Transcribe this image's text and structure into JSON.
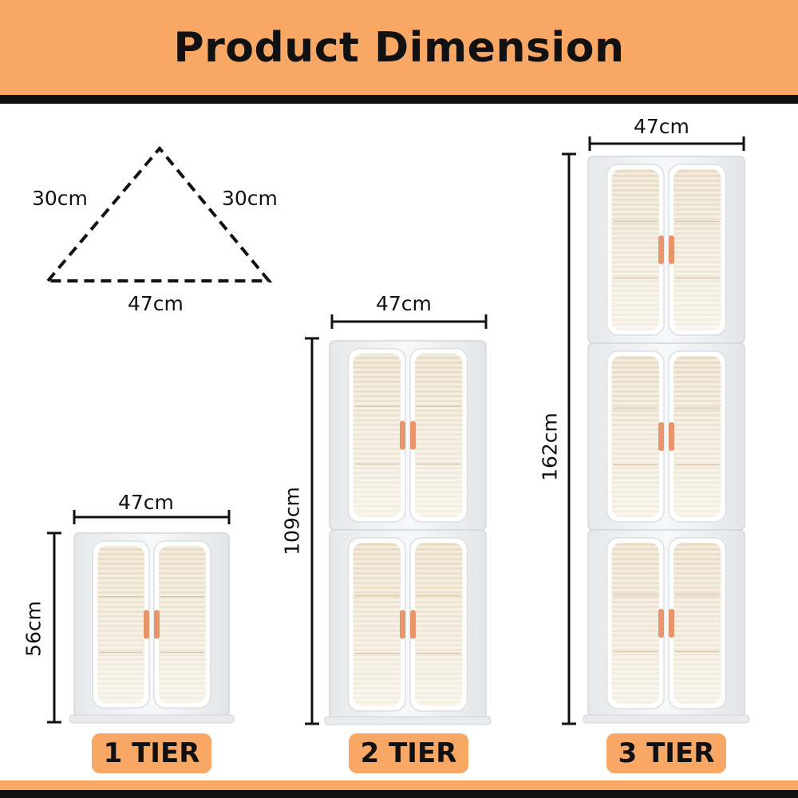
{
  "header": {
    "title": "Product Dimension"
  },
  "triangle": {
    "left_side": "30cm",
    "right_side": "30cm",
    "base": "47cm"
  },
  "tiers": [
    {
      "label": "1 TIER",
      "width": "47cm",
      "height": "56cm"
    },
    {
      "label": "2 TIER",
      "width": "47cm",
      "height": "109cm"
    },
    {
      "label": "3 TIER",
      "width": "47cm",
      "height": "162cm"
    }
  ],
  "colors": {
    "accent": "#f9a765",
    "dark": "#111111",
    "cabinet": "#f3f4f5",
    "glass": "#efe4cf",
    "handle": "#e8956a"
  }
}
